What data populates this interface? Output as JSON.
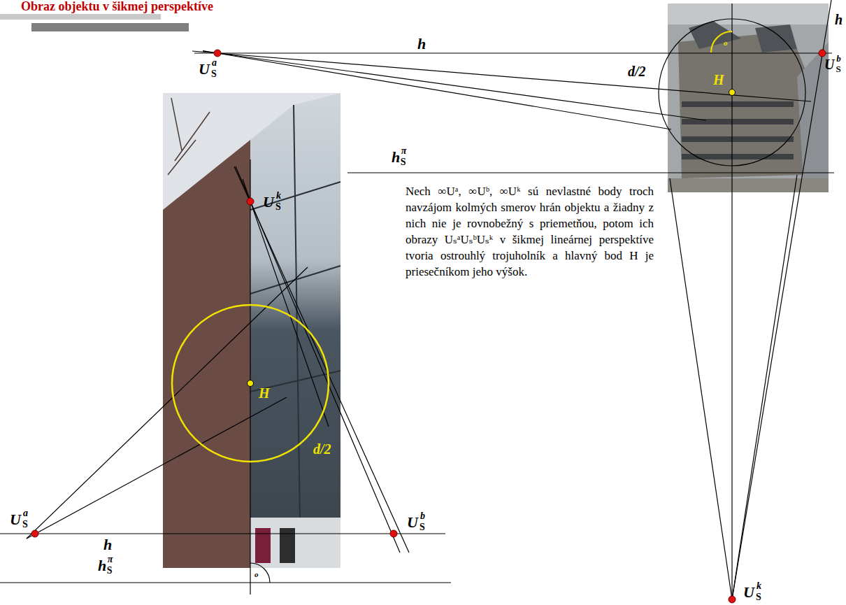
{
  "diagram": {
    "title": "Obraz objektu v šikmej perspektíve",
    "labels": [
      "h",
      "h",
      "U",
      "S",
      "a",
      "U",
      "S",
      "b",
      "d/2",
      "H",
      "o",
      "h",
      "S",
      "π",
      "Nech ∞Uᵃ, ∞Uᵇ, ∞Uᵏ sú nevlastné body troch navzájom kolmých smerov hrán objektu a žiadny z nich nie je rovnobežný s priemetňou, potom ich obrazy UₛᵃUₛᵇUₛᵏ v šikmej lineárnej perspektíve tvoria ostrouhlý trojuholník a hlavný bod H je priesečníkom jeho výšok.",
      "U",
      "S",
      "k",
      "U",
      "S",
      "a",
      "h",
      "U",
      "S",
      "b",
      "H",
      "d/2",
      "h",
      "S",
      "π",
      "o",
      "U",
      "S",
      "k"
    ]
  }
}
